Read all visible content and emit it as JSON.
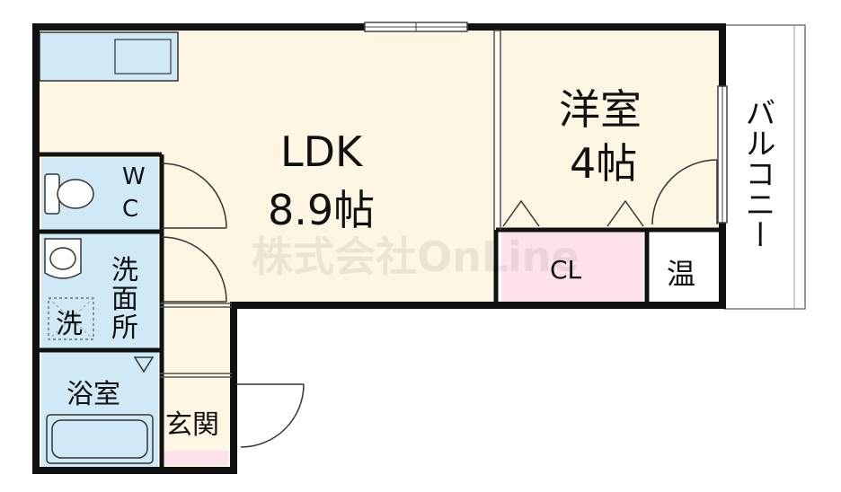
{
  "rooms": {
    "ldk": {
      "label": "LDK",
      "size": "8.9帖"
    },
    "western": {
      "label": "洋室",
      "size": "4帖"
    },
    "closet": "CL",
    "water_heater": "温",
    "balcony": "バルコニー",
    "toilet": {
      "line1": "W",
      "line2": "C"
    },
    "washroom": {
      "line1": "洗",
      "line2": "面",
      "line3": "所"
    },
    "washer": "洗",
    "bathroom": "浴室",
    "entrance": "玄関"
  },
  "watermark": "株式会社OnLine",
  "colors": {
    "floor": "#fdf6e3",
    "wet_area": "#cfe9f7",
    "closet": "#fde2ec",
    "wall": "#111111"
  }
}
